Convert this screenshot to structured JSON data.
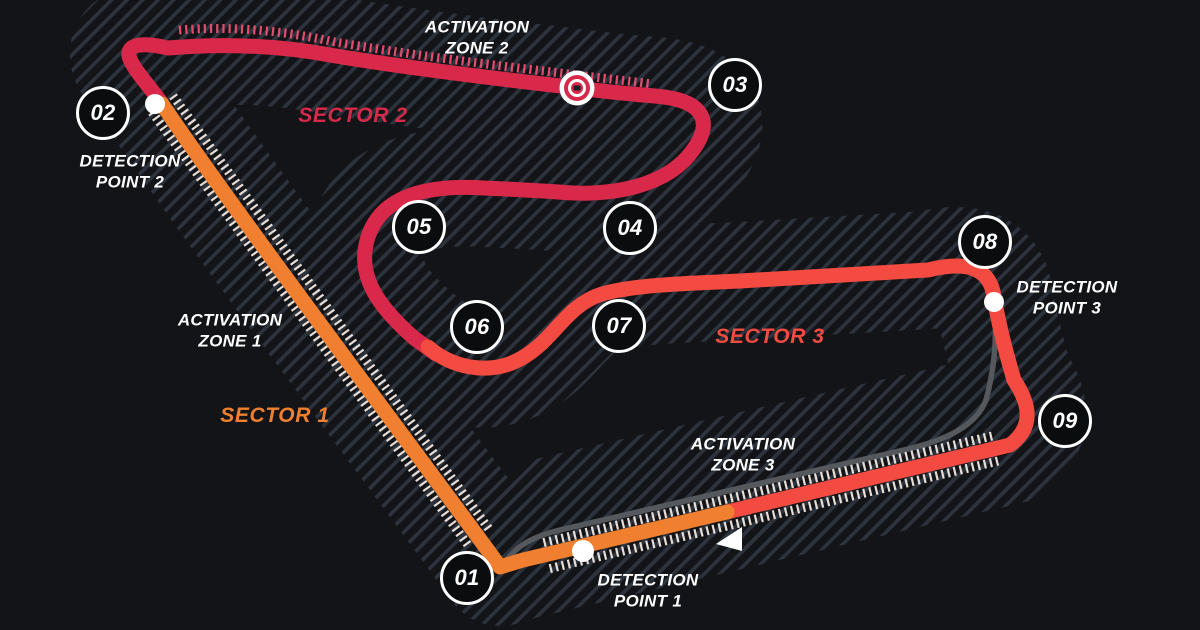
{
  "colors": {
    "background": "#131417",
    "hatch": "#2C333D",
    "sector1": "#F0802F",
    "sector2": "#D8294B",
    "sector3": "#F34A41",
    "pitlane": "#55595E",
    "label": "#FFFFFF",
    "marker-fill": "#0B0C0E",
    "marker-ring": "#FFFFFF",
    "tick-light": "#F2E8E0",
    "tick-zone2": "#E24C6E",
    "detection-dot": "#FFFFFF",
    "arrow": "#FFFFFF"
  },
  "sectors": [
    {
      "id": "1",
      "label": "SECTOR 1"
    },
    {
      "id": "2",
      "label": "SECTOR 2"
    },
    {
      "id": "3",
      "label": "SECTOR 3"
    }
  ],
  "activation_zones": [
    {
      "id": "1",
      "label": "ACTIVATION\nZONE 1"
    },
    {
      "id": "2",
      "label": "ACTIVATION\nZONE 2"
    },
    {
      "id": "3",
      "label": "ACTIVATION\nZONE 3"
    }
  ],
  "detection_points": [
    {
      "id": "1",
      "label": "DETECTION\nPOINT 1"
    },
    {
      "id": "2",
      "label": "DETECTION\nPOINT 2"
    },
    {
      "id": "3",
      "label": "DETECTION\nPOINT 3"
    }
  ],
  "turns": [
    {
      "label": "01"
    },
    {
      "label": "02"
    },
    {
      "label": "03"
    },
    {
      "label": "04"
    },
    {
      "label": "05"
    },
    {
      "label": "06"
    },
    {
      "label": "07"
    },
    {
      "label": "08"
    },
    {
      "label": "09"
    }
  ]
}
